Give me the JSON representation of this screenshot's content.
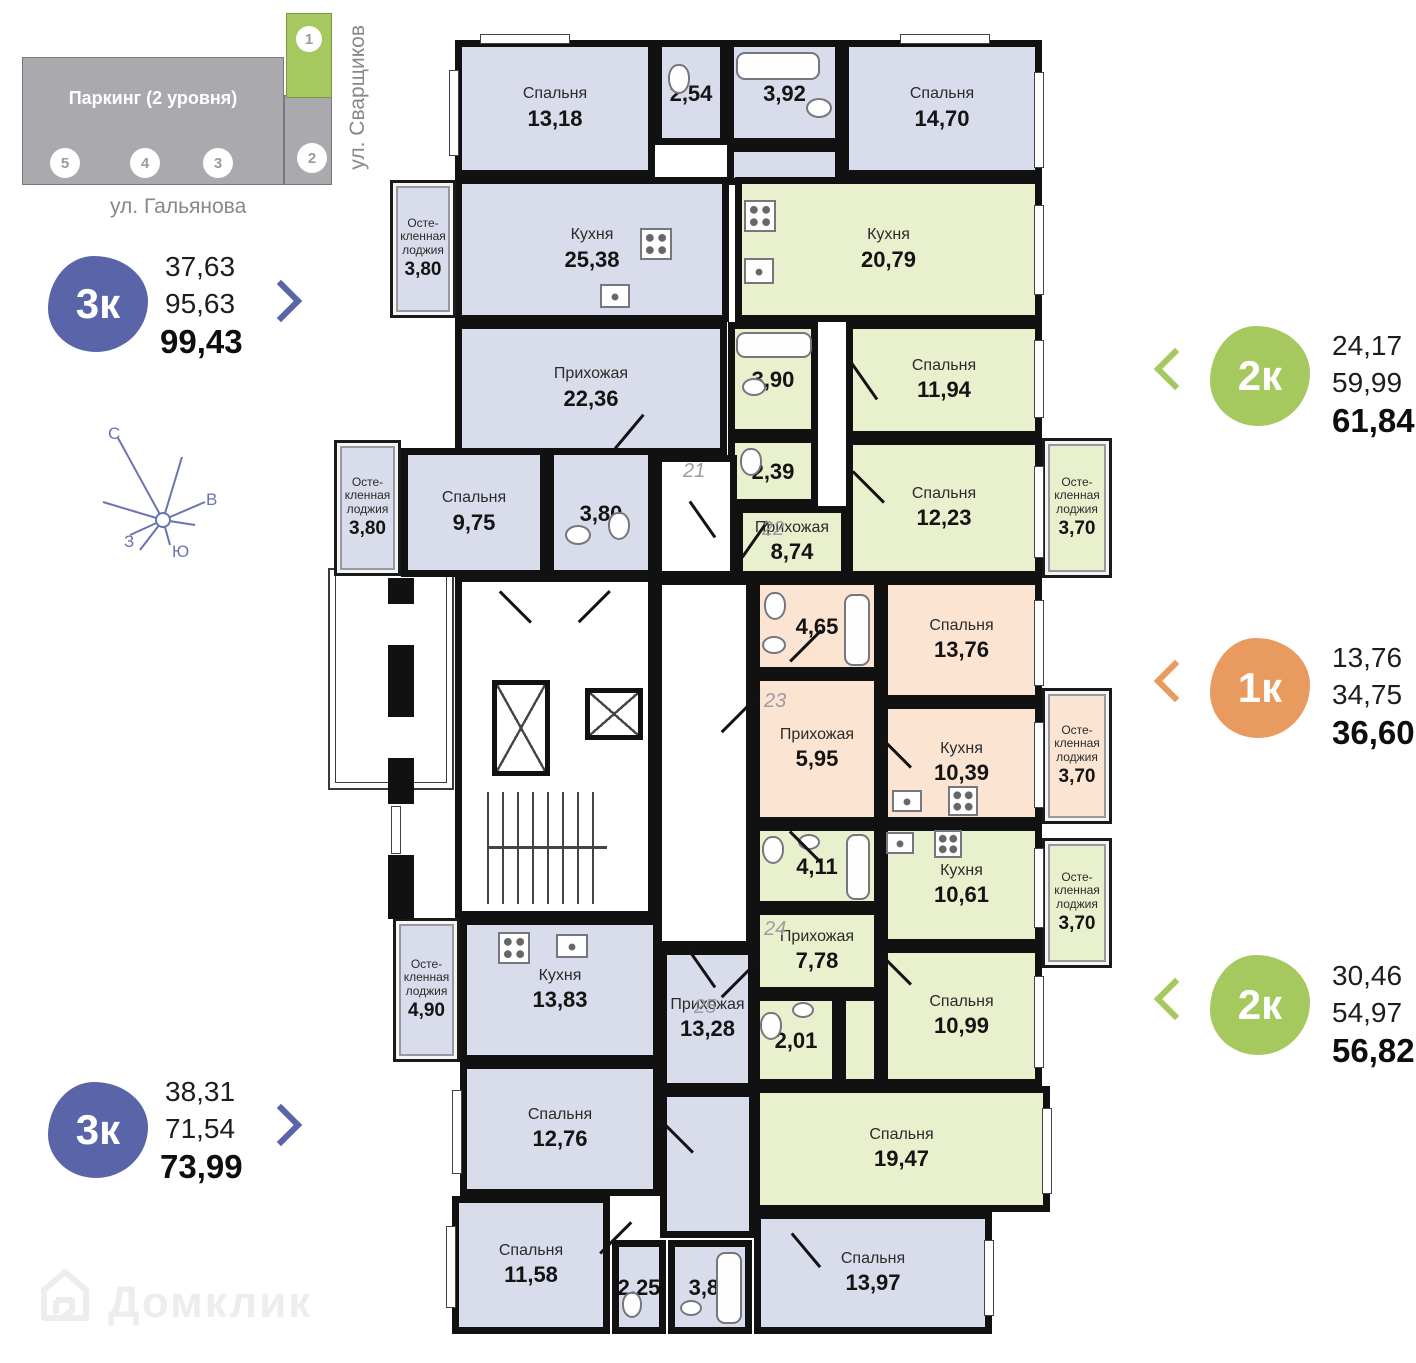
{
  "site_map": {
    "parking_label": "Паркинг (2 уровня)",
    "sections": [
      "5",
      "4",
      "3",
      "2",
      "1"
    ],
    "active_section": "1",
    "street_bottom": "ул. Гальянова",
    "street_right": "ул. Сварщиков"
  },
  "legend_badges": [
    {
      "type": "3к",
      "area1": "37,63",
      "area2": "95,63",
      "area_total": "99,43",
      "color": "#5a64a8",
      "chevron": "right"
    },
    {
      "type": "2к",
      "area1": "24,17",
      "area2": "59,99",
      "area_total": "61,84",
      "color": "#a5c95e",
      "chevron": "left"
    },
    {
      "type": "1к",
      "area1": "13,76",
      "area2": "34,75",
      "area_total": "36,60",
      "color": "#e89a5f",
      "chevron": "left"
    },
    {
      "type": "2к",
      "area1": "30,46",
      "area2": "54,97",
      "area_total": "56,82",
      "color": "#a5c95e",
      "chevron": "left"
    },
    {
      "type": "3к",
      "area1": "38,31",
      "area2": "71,54",
      "area_total": "73,99",
      "color": "#5a64a8",
      "chevron": "right"
    }
  ],
  "compass": {
    "north": "С",
    "east": "В",
    "west": "З",
    "south": "Ю"
  },
  "watermark": {
    "brand": "Домклик"
  },
  "colors": {
    "apartment_3k_fill": "#d9dcea",
    "apartment_2k_fill": "#e9f0cd",
    "apartment_1k_fill": "#fce4d2",
    "walls": "#111111",
    "badge_3k": "#5a64a8",
    "badge_2k": "#a5c95e",
    "badge_1k": "#e89a5f"
  },
  "plan": {
    "apartments": [
      {
        "number": "21",
        "type": "3к",
        "rooms": {
          "bedroom1": {
            "name": "Спальня",
            "area": "13,18"
          },
          "wc": {
            "area": "2,54"
          },
          "bathroom": {
            "area": "3,92"
          },
          "bedroom2": {
            "name": "Спальня",
            "area": "14,70"
          },
          "kitchen": {
            "name": "Кухня",
            "area": "25,38"
          },
          "hall": {
            "name": "Прихожая",
            "area": "22,36"
          },
          "lodge1": {
            "name": "Осте- кленная лоджия",
            "area": "3,80"
          },
          "lodge2": {
            "name": "Осте- кленная лоджия",
            "area": "3,80"
          },
          "bedroom3": {
            "name": "Спальня",
            "area": "9,75"
          },
          "bathroom2": {
            "area": "3,80"
          }
        }
      },
      {
        "number": "22",
        "type": "2к",
        "rooms": {
          "kitchen": {
            "name": "Кухня",
            "area": "20,79"
          },
          "bathroom": {
            "area": "3,90"
          },
          "wc": {
            "area": "2,39"
          },
          "bedroom1": {
            "name": "Спальня",
            "area": "11,94"
          },
          "bedroom2": {
            "name": "Спальня",
            "area": "12,23"
          },
          "hall": {
            "name": "Прихожая",
            "area": "8,74"
          },
          "lodge": {
            "name": "Осте- кленная лоджия",
            "area": "3,70"
          }
        }
      },
      {
        "number": "23",
        "type": "1к",
        "rooms": {
          "bathroom": {
            "area": "4,65"
          },
          "bedroom": {
            "name": "Спальня",
            "area": "13,76"
          },
          "hall": {
            "name": "Прихожая",
            "area": "5,95"
          },
          "kitchen": {
            "name": "Кухня",
            "area": "10,39"
          },
          "lodge": {
            "name": "Осте- кленная лоджия",
            "area": "3,70"
          }
        }
      },
      {
        "number": "24",
        "type": "2к",
        "rooms": {
          "bathroom": {
            "area": "4,11"
          },
          "kitchen": {
            "name": "Кухня",
            "area": "10,61"
          },
          "hall": {
            "name": "Прихожая",
            "area": "7,78"
          },
          "bedroom1": {
            "name": "Спальня",
            "area": "10,99"
          },
          "wc": {
            "area": "2,01"
          },
          "bedroom2": {
            "name": "Спальня",
            "area": "19,47"
          },
          "lodge": {
            "name": "Осте- кленная лоджия",
            "area": "3,70"
          }
        }
      },
      {
        "number": "25",
        "type": "3к",
        "rooms": {
          "lodge": {
            "name": "Осте- кленная лоджия",
            "area": "4,90"
          },
          "kitchen": {
            "name": "Кухня",
            "area": "13,83"
          },
          "hall": {
            "name": "Прихожая",
            "area": "13,28"
          },
          "bedroom1": {
            "name": "Спальня",
            "area": "12,76"
          },
          "bedroom2": {
            "name": "Спальня",
            "area": "11,58"
          },
          "wc": {
            "area": "2,25"
          },
          "bathroom": {
            "area": "3,87"
          },
          "bedroom3": {
            "name": "Спальня",
            "area": "13,97"
          }
        }
      }
    ]
  }
}
